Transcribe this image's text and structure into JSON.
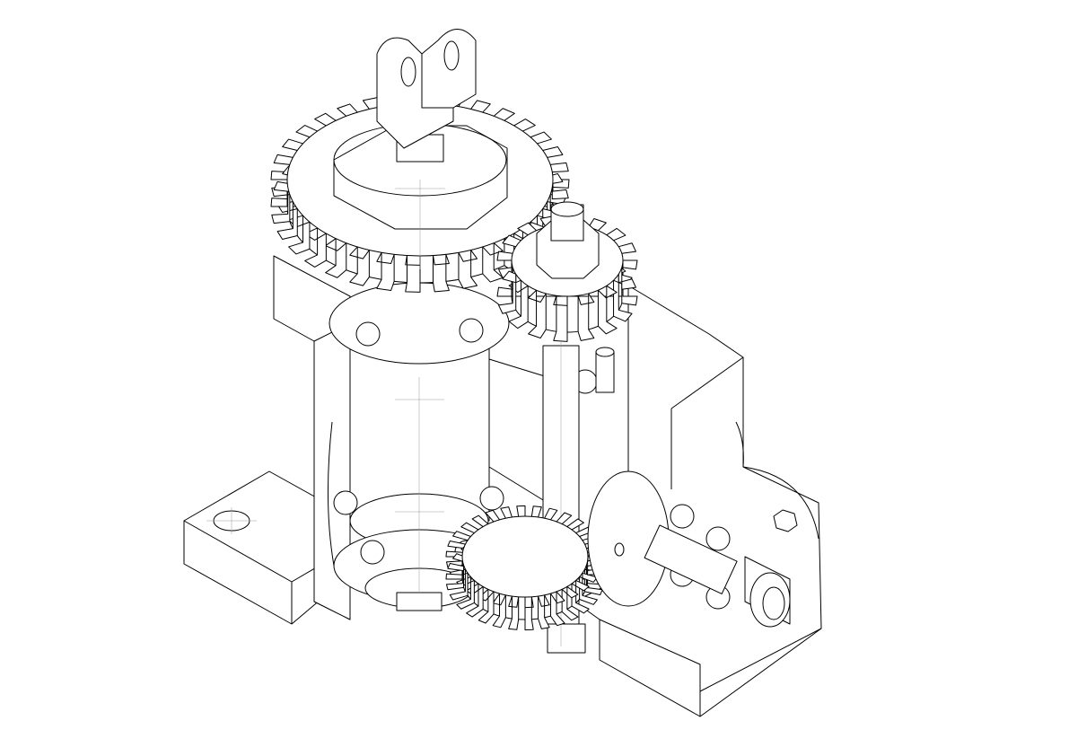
{
  "colors": {
    "stroke": "#000000",
    "background": "#ffffff",
    "centerline": "#999999"
  },
  "gears": {
    "large_spur_teeth": 32,
    "small_spur_teeth": 16,
    "bevel_large_teeth": 30,
    "bevel_small_teeth": 22
  }
}
